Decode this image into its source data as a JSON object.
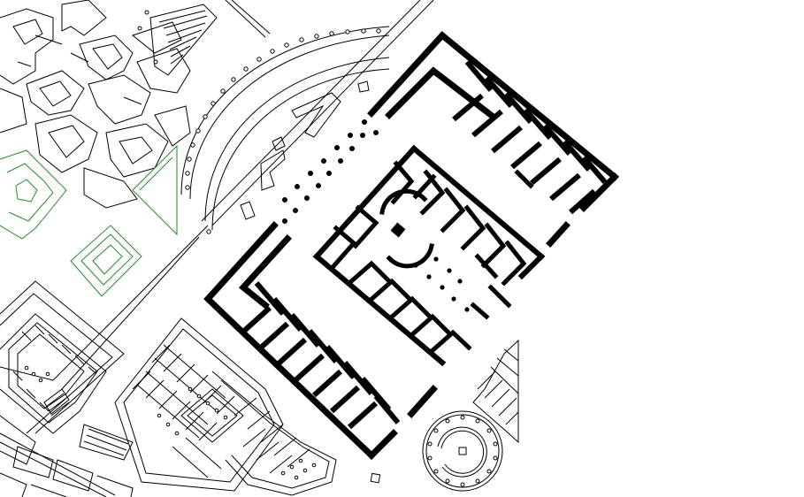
{
  "map": {
    "kind": "archaeological-site-plan",
    "labels": [],
    "colors": {
      "background": "#ffffff",
      "walls": "#000000",
      "garden_beds": "#2a8a2a"
    },
    "features": [
      "main-basilica-complex",
      "central-courtyard",
      "curved-colonnade",
      "garden-beds",
      "round-temple",
      "residential-blocks"
    ]
  }
}
